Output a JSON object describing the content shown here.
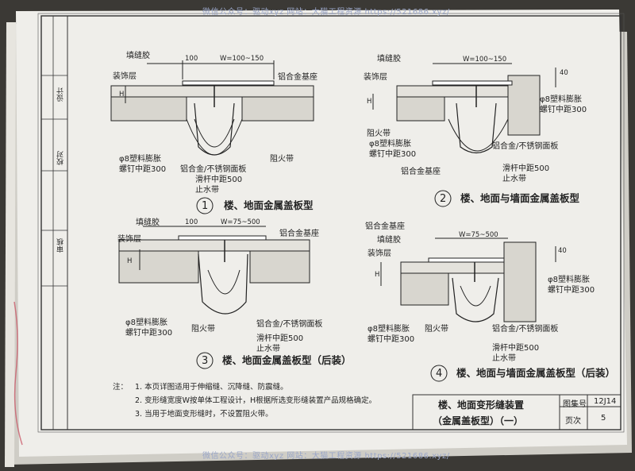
{
  "watermark_top": "微信公众号：驱动xyz 网站：大猫工程资源 https://521686.xyz/",
  "watermark_bottom": "微信公众号：驱动xyz 网站：大猫工程资源 https://521686.xyz/",
  "detail1": {
    "number": "1",
    "caption": "楼、地面金属盖板型",
    "labels": {
      "fill_glue": "填缝胶",
      "decor_layer": "装饰层",
      "dim_100": "100",
      "dim_w": "W=100~150",
      "base": "铝合金基座",
      "h": "H",
      "bolt1": "φ8塑料膨胀",
      "bolt2": "螺钉中距300",
      "fire_band": "阻火带",
      "cover": "铝合金/不锈钢面板",
      "slide": "滑杆中距500",
      "water_stop": "止水带"
    }
  },
  "detail2": {
    "number": "2",
    "caption": "楼、地面与墙面金属盖板型",
    "labels": {
      "fill_glue": "填缝胶",
      "decor_layer": "装饰层",
      "dim_w": "W=100~150",
      "dim_40": "40",
      "h": "H",
      "bolt1": "φ8塑料膨胀",
      "bolt2": "螺钉中距300",
      "fire_band": "阻火带",
      "bolt3": "φ8塑料膨胀",
      "bolt4": "螺钉中距300",
      "cover": "铝合金/不锈钢面板",
      "base": "铝合金基座",
      "slide": "滑杆中距500",
      "water_stop": "止水带"
    }
  },
  "detail3": {
    "number": "3",
    "caption": "楼、地面金属盖板型（后装）",
    "labels": {
      "fill_glue": "填缝胶",
      "decor_layer": "装饰层",
      "dim_100": "100",
      "dim_w": "W=75~500",
      "base": "铝合金基座",
      "h": "H",
      "bolt1": "φ8塑料膨胀",
      "bolt2": "螺钉中距300",
      "fire_band": "阻火带",
      "cover": "铝合金/不锈钢面板",
      "slide": "滑杆中距500",
      "water_stop": "止水带"
    }
  },
  "detail4": {
    "number": "4",
    "caption": "楼、地面与墙面金属盖板型（后装）",
    "labels": {
      "base": "铝合金基座",
      "fill_glue": "填缝胶",
      "decor_layer": "装饰层",
      "dim_w": "W=75~500",
      "dim_40": "40",
      "h": "H",
      "bolt1": "φ8塑料膨胀",
      "bolt2": "螺钉中距300",
      "fire_band": "阻火带",
      "cover": "铝合金/不锈钢面板",
      "bolt3": "φ8塑料膨胀",
      "bolt4": "螺钉中距300",
      "slide": "滑杆中距500",
      "water_stop": "止水带"
    }
  },
  "notes": {
    "label": "注：",
    "lines": [
      "1. 本页详图适用于伸缩缝、沉降缝、防震缝。",
      "2. 变形缝宽度W按单体工程设计，H根据所选变形缝装置产品规格确定。",
      "3. 当用于地面变形缝时，不设置阻火带。"
    ]
  },
  "title_block": {
    "title_line1": "楼、地面变形缝装置",
    "title_line2": "（金属盖板型）（一）",
    "atlas_label": "图集号",
    "atlas_value": "12J14",
    "page_label": "页次",
    "page_value": "5"
  },
  "side_column": {
    "review": "审核",
    "check": "校对",
    "design": "设计"
  }
}
